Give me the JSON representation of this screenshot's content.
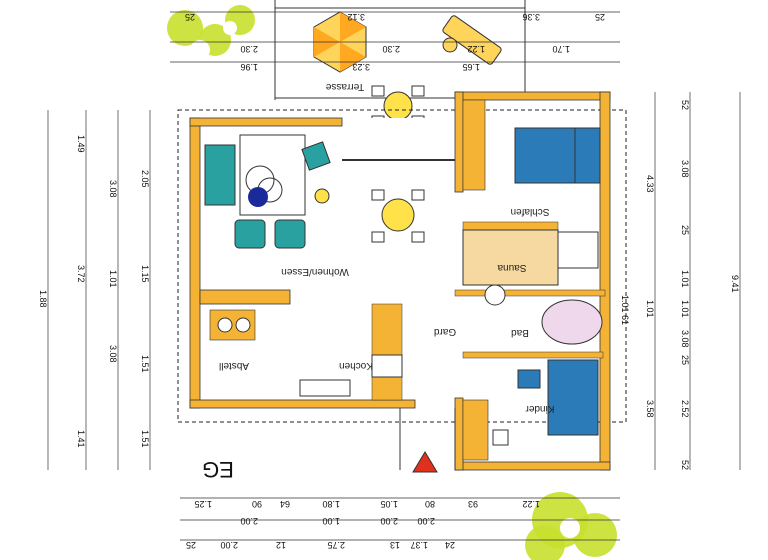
{
  "plan": {
    "floor_label": "EG",
    "rooms": {
      "terrace": "Terrasse",
      "living": "Wohnen/Essen",
      "bedroom": "Schlafen",
      "sauna": "Sauna",
      "wardrobe": "Gard",
      "bath": "Bad",
      "kitchen": "Kochen",
      "storage": "Abstell",
      "kids": "Kinder"
    },
    "dims": {
      "top_row1": [
        "25",
        "3.12",
        "3.36",
        "25"
      ],
      "top_row2": [
        "2.30",
        "2.30",
        "1.22",
        "1.70"
      ],
      "top_row3": [
        "1.96",
        "3.23",
        "1.65"
      ],
      "bottom_row1": [
        "1.25",
        "90",
        "64",
        "1.80",
        "1.05",
        "80",
        "93",
        "1.22"
      ],
      "bottom_row2": [
        "2.00",
        "1.00",
        "2.00",
        "2.00"
      ],
      "bottom_row3": [
        "25",
        "2.00",
        "12",
        "2.75",
        "13",
        "1.37",
        "24"
      ],
      "left_col1": [
        "1.88"
      ],
      "left_col2": [
        "1.41",
        "3.72",
        "1.49"
      ],
      "left_col3": [
        "3.08",
        "1.01",
        "3.08"
      ],
      "left_col4": [
        "2.05",
        "1.15",
        "1.51",
        "1.51"
      ],
      "right_col1": [
        "9.41"
      ],
      "right_col2": [
        "4.33",
        "1.01",
        "3.58"
      ],
      "right_col3": [
        "3.08",
        "1.01",
        "1.01",
        "3.08",
        "25"
      ],
      "right_col4": [
        "52",
        "25",
        "2.52",
        "52"
      ],
      "right_extra": [
        "1.01",
        "61"
      ]
    }
  }
}
